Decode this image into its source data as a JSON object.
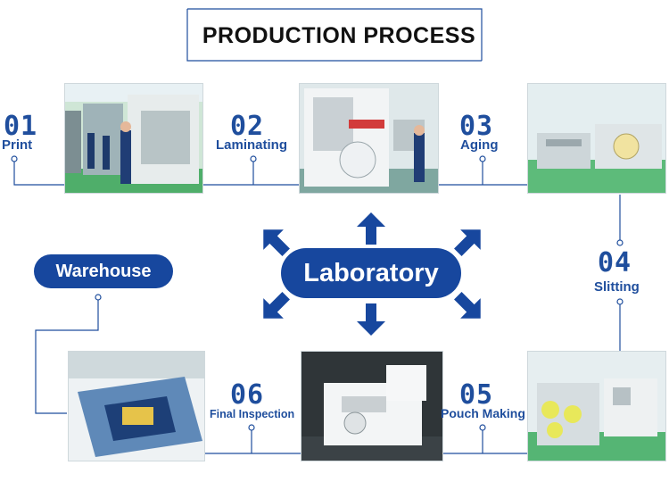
{
  "title": "PRODUCTION PROCESS",
  "center": "Laboratory",
  "warehouse": "Warehouse",
  "steps": [
    {
      "num": "01",
      "label": "Print"
    },
    {
      "num": "02",
      "label": "Laminating"
    },
    {
      "num": "03",
      "label": "Aging"
    },
    {
      "num": "04",
      "label": "Slitting"
    },
    {
      "num": "05",
      "label": "Pouch Making"
    },
    {
      "num": "06",
      "label": "Final Inspection"
    }
  ],
  "colors": {
    "accent": "#17479e",
    "text": "#1f4e9d"
  }
}
